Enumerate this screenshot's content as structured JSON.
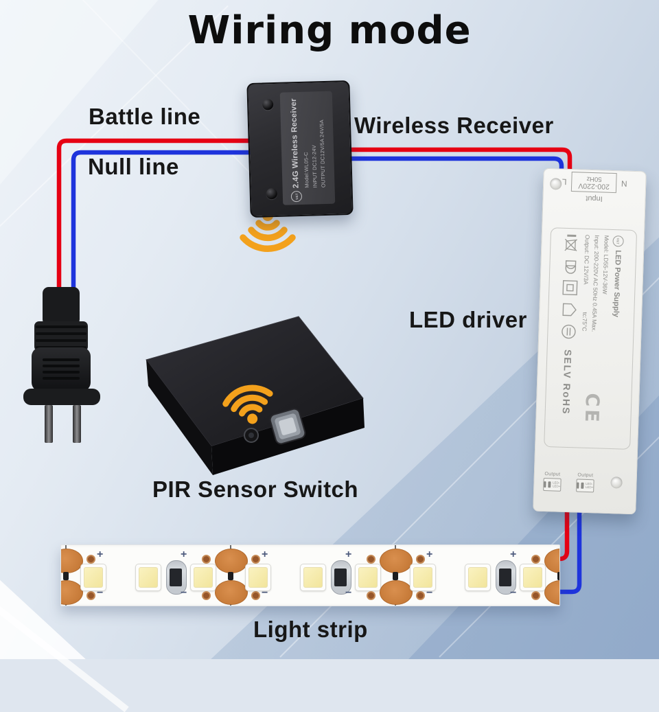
{
  "title": "Wiring mode",
  "labels": {
    "battle_line": "Battle line",
    "null_line": "Null line",
    "wireless_receiver": "Wireless Receiver",
    "led_driver": "LED driver",
    "pir_sensor": "PIR Sensor Switch",
    "light_strip": "Light strip"
  },
  "receiver": {
    "name": "2.4G Wireless Receiver",
    "model": "Model:WL05-C",
    "input": "INPUT DC12-24V",
    "output": "OUTPUT DC12V/5A  24V/5A",
    "logo": "V&T"
  },
  "driver": {
    "input_label": "Input",
    "l": "L",
    "n": "N",
    "voltage": "200-220V",
    "freq": "50Hz",
    "logo": "V&T",
    "product": "LED Power Supply",
    "model": "Model: LD55-12V-36W",
    "input_spec": "Input: 200-220V AC 50Hz 0.45A Max.",
    "output_spec": "Output: DC 12V/3A",
    "tc": "tc:75°C",
    "cert": "SELV  RoHS",
    "ce": "CE",
    "output_port_left": "Output",
    "output_port_right": "Output",
    "led_minus": "LED-",
    "led_plus": "LED+"
  },
  "strip": {
    "plus": "+",
    "minus": "−"
  },
  "colors": {
    "wire_live": "#e60013",
    "wire_null": "#1e34dc",
    "wifi": "#f3a11c"
  }
}
